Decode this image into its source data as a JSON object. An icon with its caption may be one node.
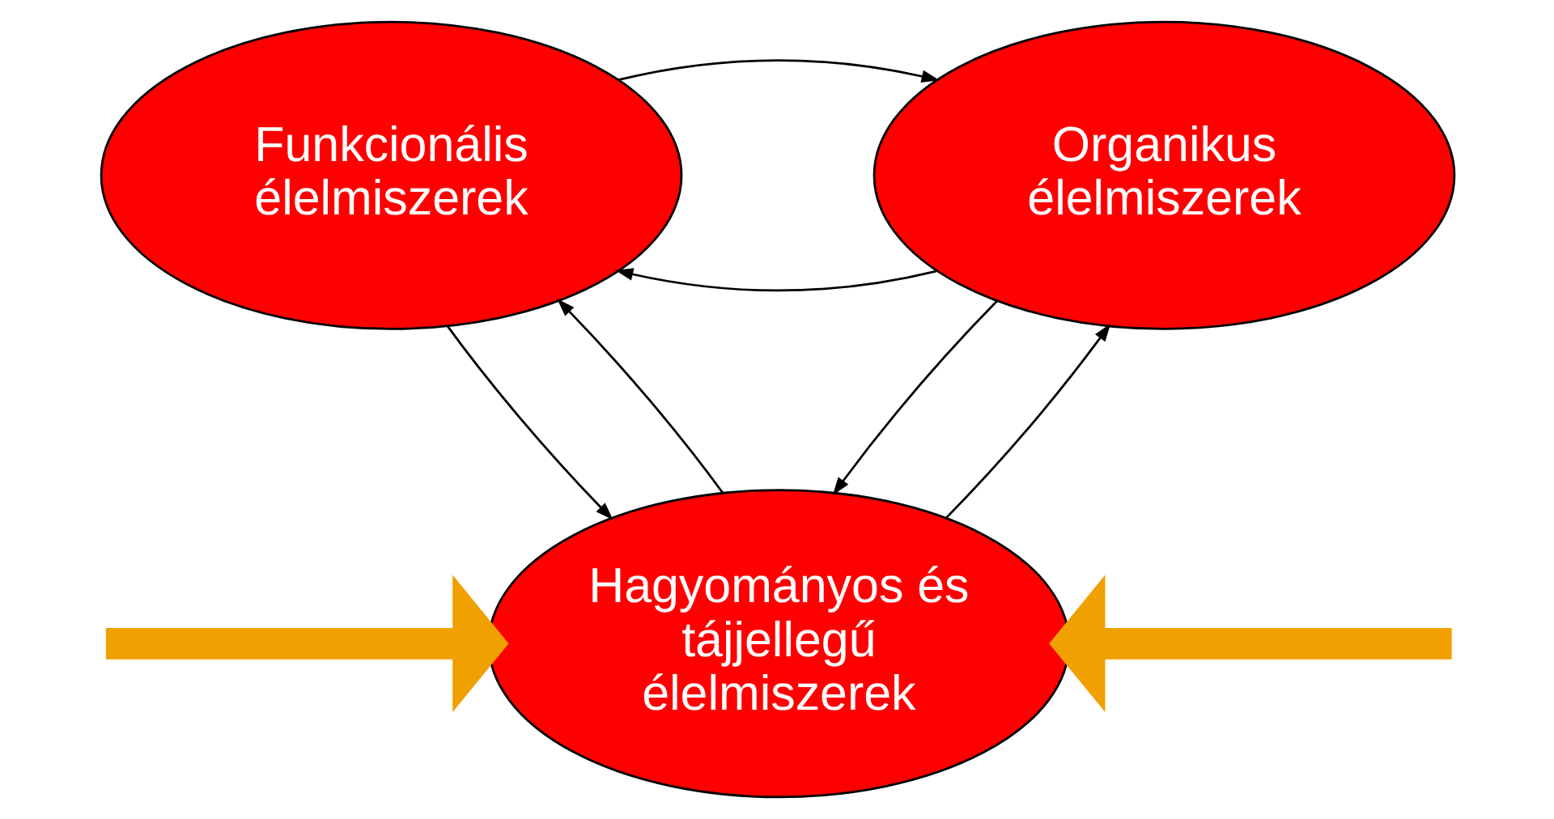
{
  "diagram": {
    "nodes": [
      {
        "text": [
          "Funkcionális élelmiszerek"
        ]
      },
      {
        "text": [
          "Organikus élelmiszerek"
        ]
      },
      {
        "text": [
          "Hagyományos és tájjellegű élelmiszerek"
        ]
      }
    ],
    "edges": [
      {
        "from": 1,
        "to": 0,
        "arrow": "to"
      },
      {
        "from": 0,
        "to": 1,
        "arrow": "to"
      },
      {
        "from": 2,
        "to": 0,
        "arrow": "to"
      },
      {
        "from": 0,
        "to": 2,
        "arrow": "to"
      },
      {
        "from": 1,
        "to": 2,
        "arrow": "to"
      },
      {
        "from": 2,
        "to": 1,
        "arrow": "to"
      },
      {
        "from": null,
        "to": 2,
        "arrow": "to",
        "style": "thick",
        "color": "#f0a000"
      },
      {
        "from": null,
        "to": 2,
        "arrow": "to",
        "style": "thick",
        "color": "#f0a000"
      }
    ]
  }
}
